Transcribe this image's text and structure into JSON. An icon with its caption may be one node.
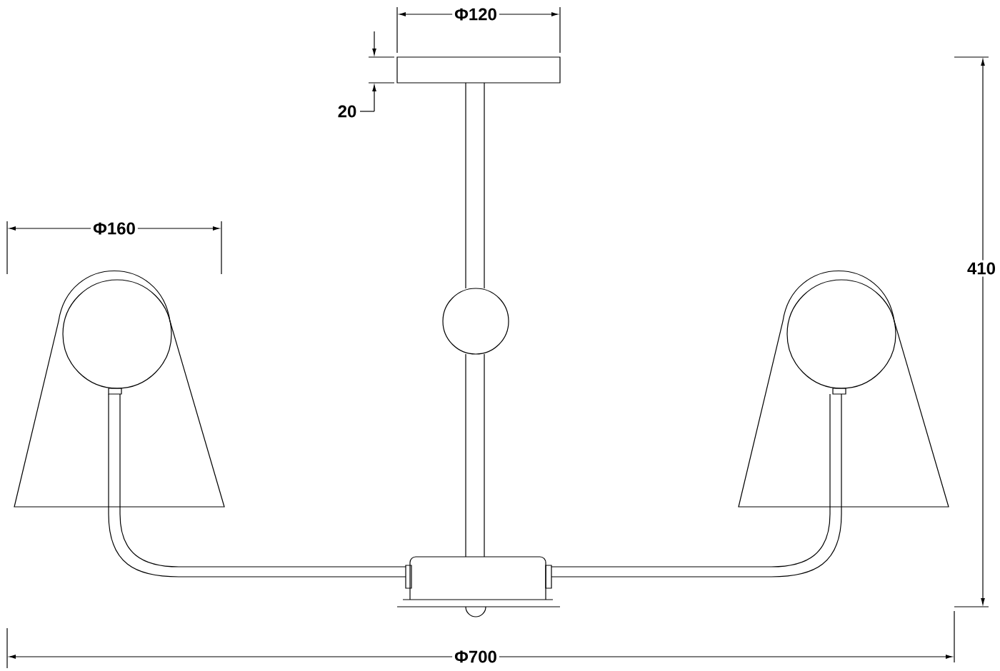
{
  "diagram": {
    "labels": [
      "Φ120",
      "20",
      "Φ160",
      "410",
      "Φ700"
    ]
  }
}
